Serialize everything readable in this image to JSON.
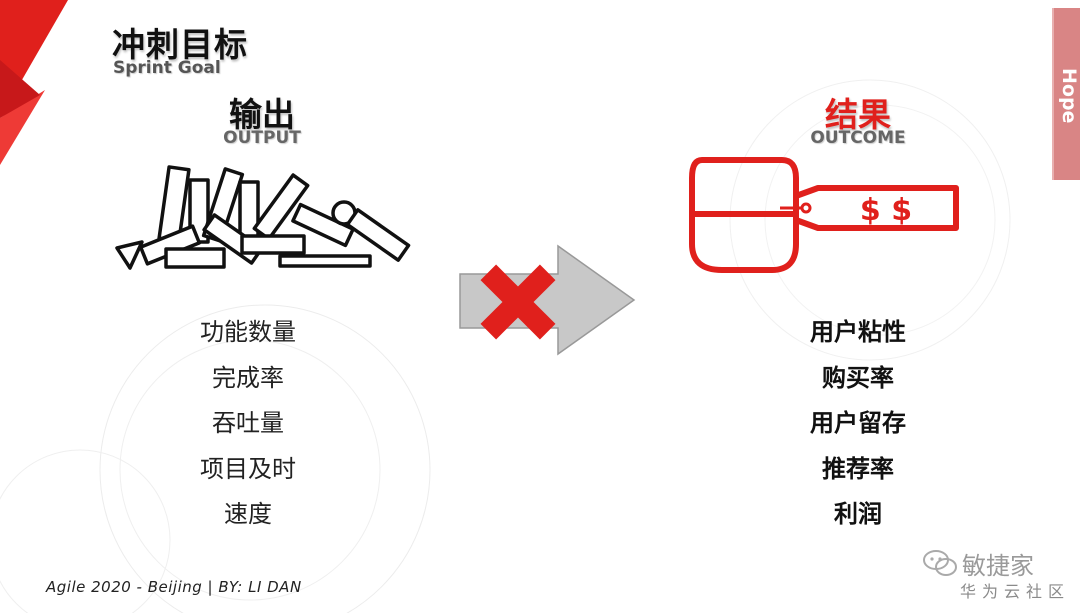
{
  "title": "冲刺目标",
  "subtitle": "Sprint Goal",
  "output": {
    "heading": "输出",
    "subheading": "OUTPUT",
    "items": [
      "功能数量",
      "完成率",
      "吞吐量",
      "项目及时",
      "速度"
    ]
  },
  "outcome": {
    "heading": "结果",
    "subheading": "OUTCOME",
    "items": [
      "用户粘性",
      "购买率",
      "用户留存",
      "推荐率",
      "利润"
    ],
    "tag_text": "$ $"
  },
  "side_tab": "Hope",
  "footer": "Agile 2020 - Beijing | BY: LI DAN",
  "watermark": {
    "line1": "敏捷家",
    "line2": "华为云社区"
  },
  "colors": {
    "accent_red": "#e0201c",
    "tab_pink": "#d98585",
    "arrow_gray": "#c8c8c8"
  },
  "icons": [
    "dominoes-icon",
    "arrow-blocked-icon",
    "money-tag-icon",
    "wechat-icon"
  ]
}
